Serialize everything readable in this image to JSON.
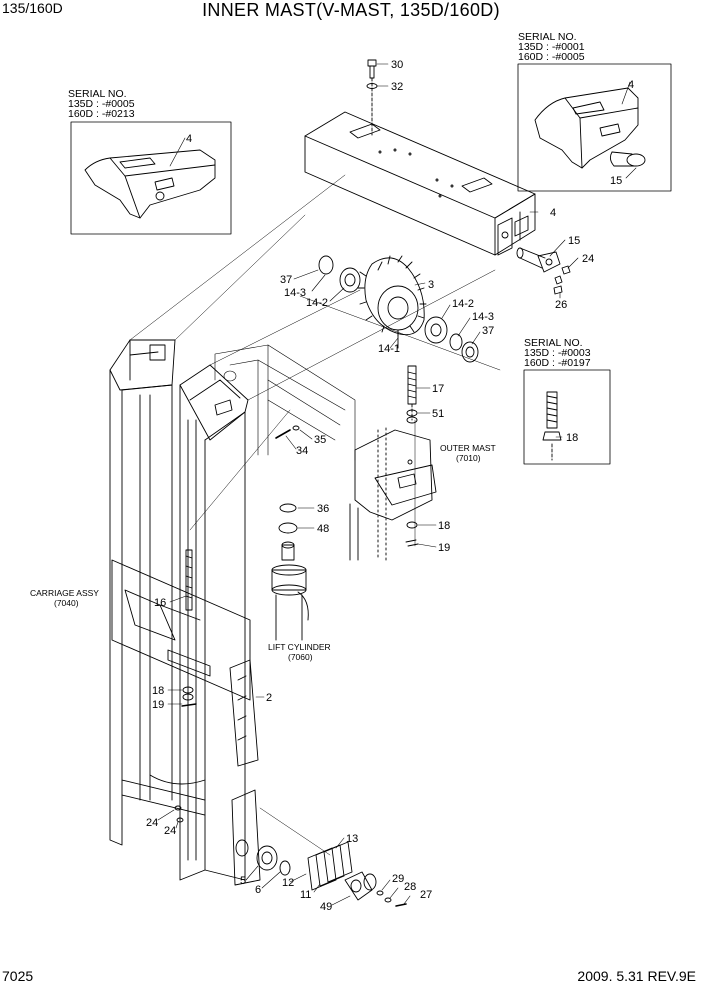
{
  "header": {
    "model_code": "135/160D",
    "title": "INNER MAST(V-MAST, 135D/160D)"
  },
  "footer": {
    "page_number": "7025",
    "revision": "2009. 5.31  REV.9E"
  },
  "serial_boxes": [
    {
      "title": "SERIAL NO.",
      "line1": "135D : -#0005",
      "line2": "160D : -#0213"
    },
    {
      "title": "SERIAL NO.",
      "line1": "135D : -#0001",
      "line2": "160D : -#0005"
    },
    {
      "title": "SERIAL NO.",
      "line1": "135D : -#0003",
      "line2": "160D : -#0197"
    }
  ],
  "assembly_labels": {
    "outer_mast": {
      "name": "OUTER MAST",
      "ref": "(7010)"
    },
    "carriage": {
      "name": "CARRIAGE ASSY",
      "ref": "(7040)"
    },
    "lift_cylinder": {
      "name": "LIFT CYLINDER",
      "ref": "(7060)"
    }
  },
  "part_numbers": [
    "30",
    "32",
    "4",
    "4",
    "4",
    "15",
    "15",
    "24",
    "26",
    "3",
    "37",
    "14-3",
    "14-2",
    "14-2",
    "14-3",
    "37",
    "14-1",
    "17",
    "51",
    "18",
    "35",
    "34",
    "36",
    "48",
    "18",
    "19",
    "16",
    "2",
    "18",
    "19",
    "24",
    "24",
    "13",
    "5",
    "6",
    "12",
    "11",
    "49",
    "29",
    "28",
    "27"
  ]
}
